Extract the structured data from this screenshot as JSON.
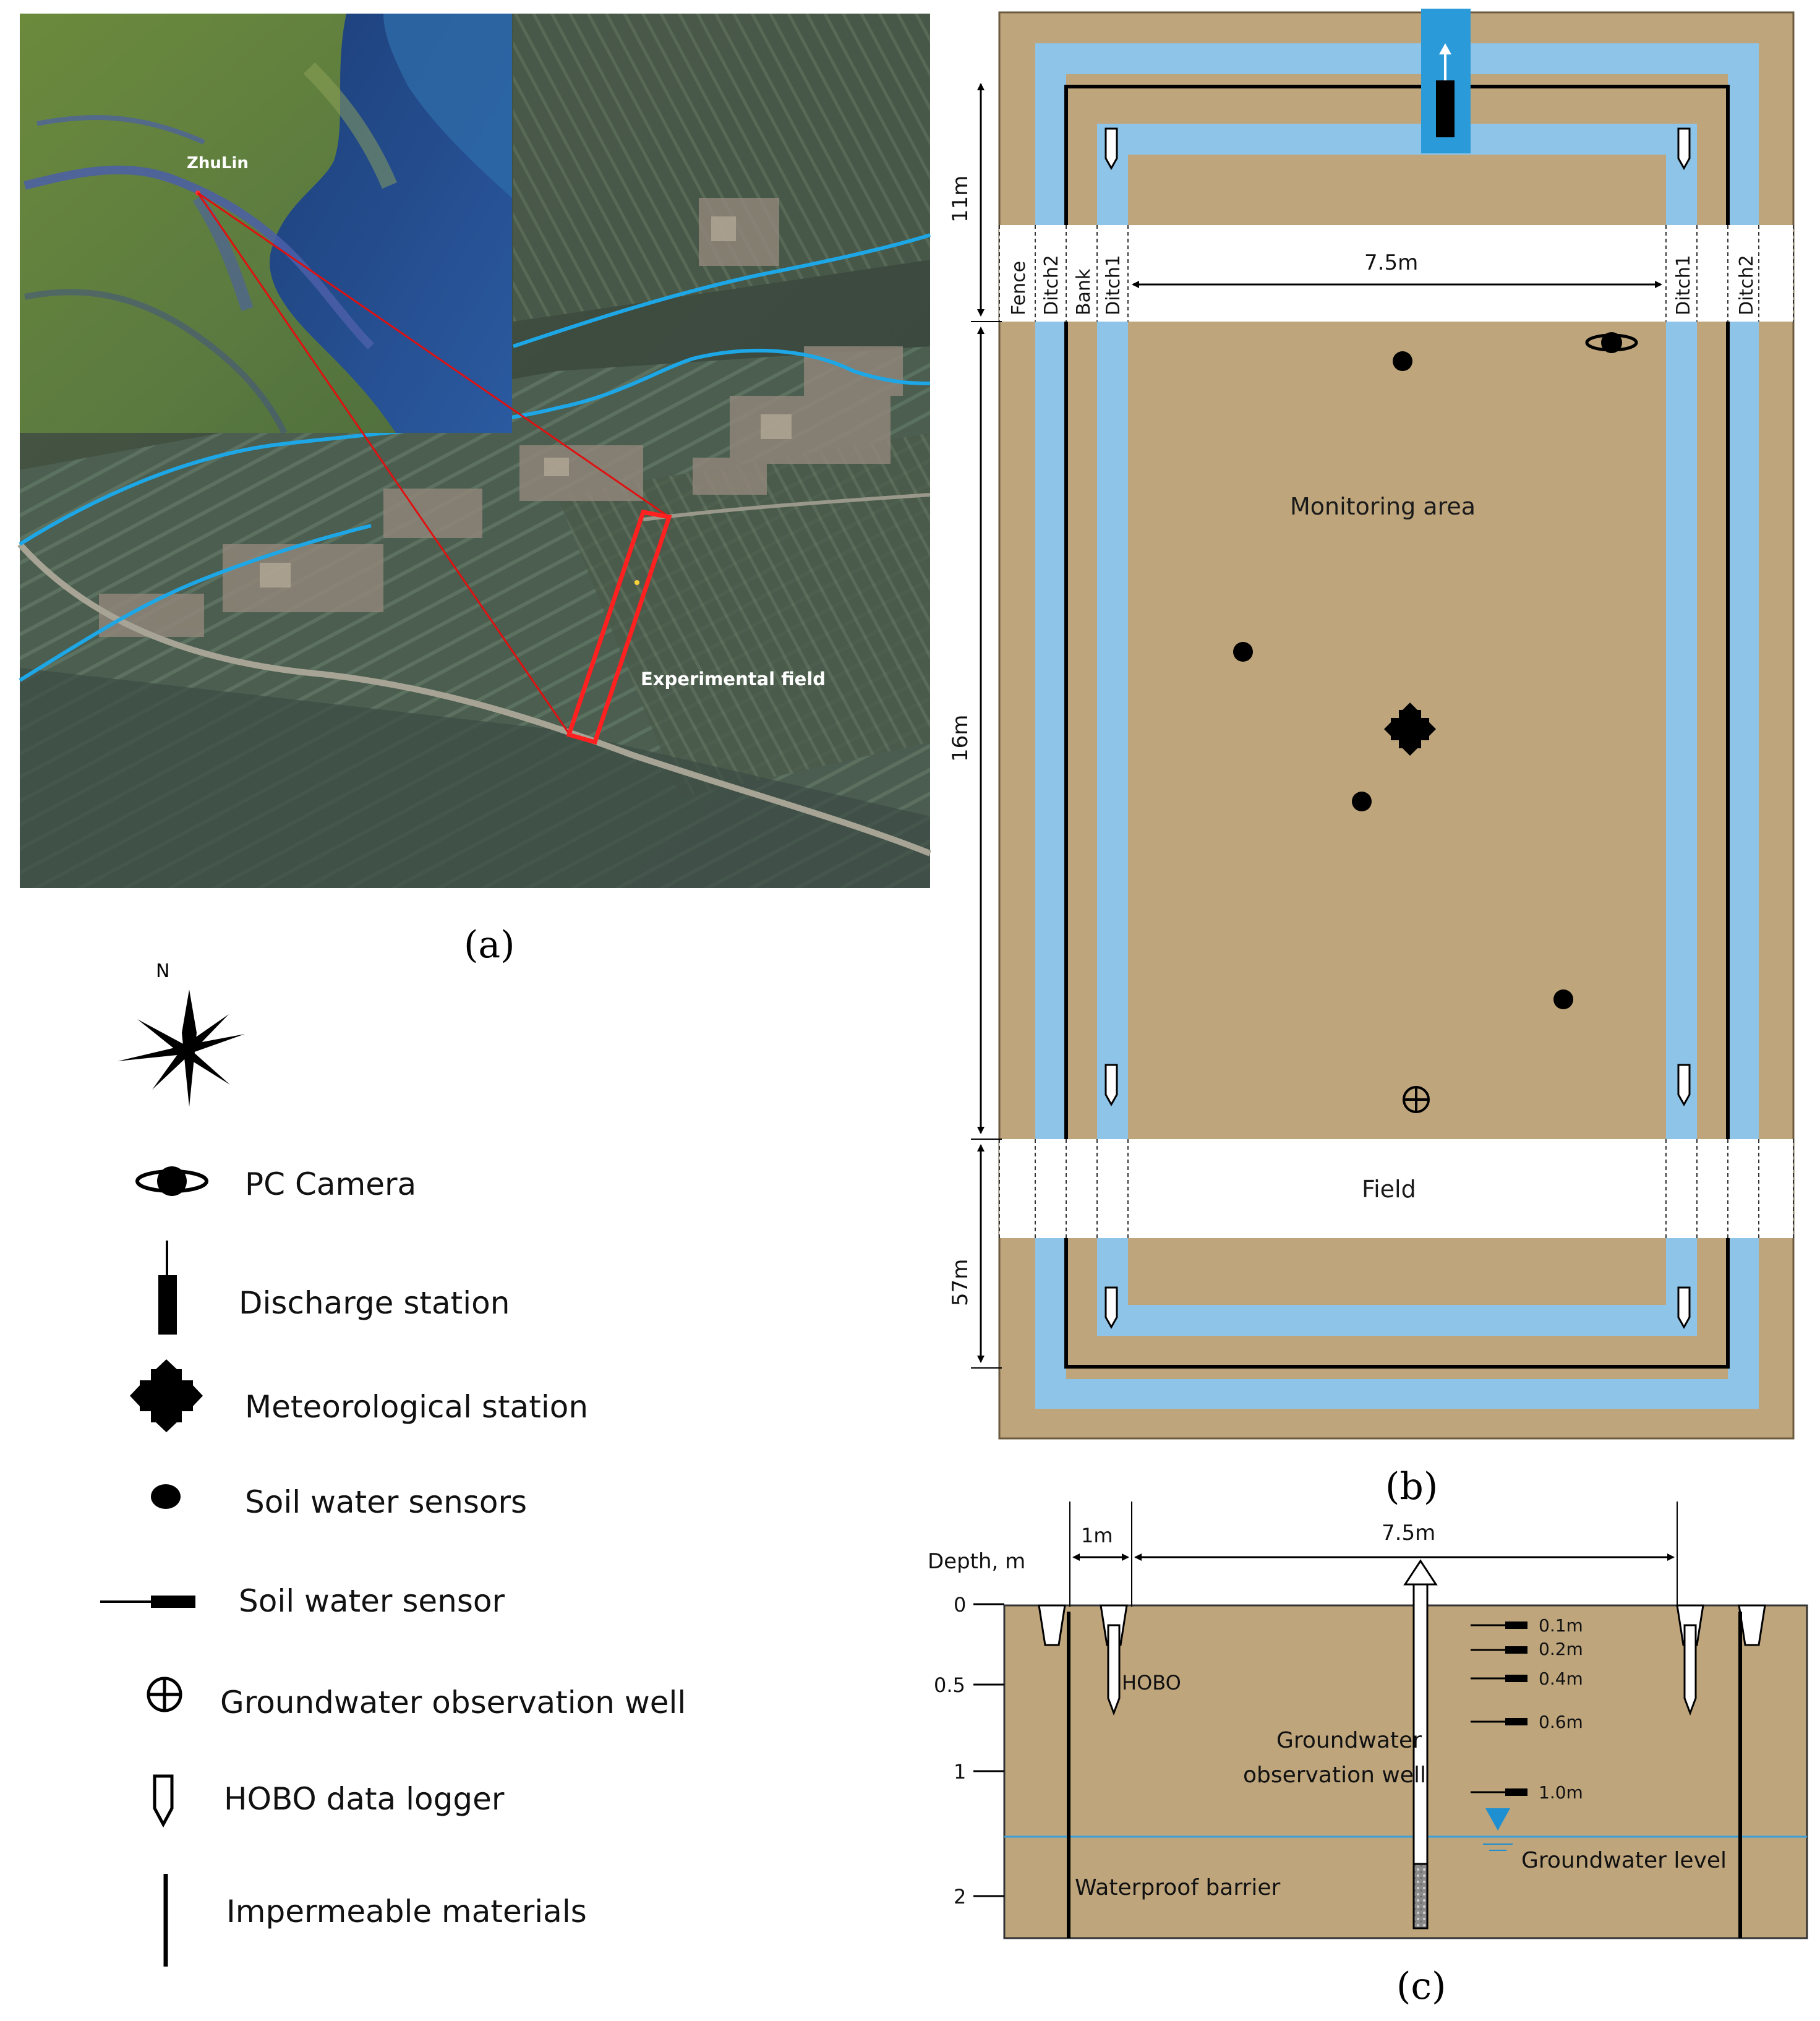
{
  "panel_labels": {
    "a": "(a)",
    "b": "(b)",
    "c": "(c)"
  },
  "map": {
    "place_label": "ZhuLin",
    "field_label": "Experimental field",
    "colors": {
      "river": "#1ea7e6",
      "field_outline": "#ff2020",
      "pointer": "#e01010"
    }
  },
  "legend": {
    "north": "N",
    "items": [
      {
        "icon": "pc-camera-icon",
        "label": "PC Camera"
      },
      {
        "icon": "discharge-station-icon",
        "label": "Discharge station"
      },
      {
        "icon": "meteorological-station-icon",
        "label": "Meteorological station"
      },
      {
        "icon": "soil-water-sensors-icon",
        "label": "Soil water sensors"
      },
      {
        "icon": "soil-water-sensor-icon",
        "label": "Soil water sensor"
      },
      {
        "icon": "groundwater-well-icon",
        "label": "Groundwater observation well"
      },
      {
        "icon": "hobo-logger-icon",
        "label": "HOBO data logger"
      },
      {
        "icon": "impermeable-materials-icon",
        "label": "Impermeable materials"
      }
    ]
  },
  "plan": {
    "dim_top": "11m",
    "dim_mid": "16m",
    "dim_bot": "57m",
    "width_label": "7.5m",
    "strip_labels": {
      "fence": "Fence",
      "ditch2": "Ditch2",
      "bank": "Bank",
      "ditch1": "Ditch1"
    },
    "right_strip_labels": {
      "ditch1": "Ditch1",
      "ditch2": "Ditch2"
    },
    "monitoring_label": "Monitoring area",
    "field_label": "Field",
    "colors": {
      "soil": "#bea57c",
      "water": "#8ec4e8",
      "outlet": "#2a9ad9"
    }
  },
  "section": {
    "depth_title": "Depth, m",
    "depth_ticks": [
      "0",
      "0.5",
      "1",
      "2"
    ],
    "dim_1m": "1m",
    "dim_75m": "7.5m",
    "hobo_label": "HOBO",
    "well_label_1": "Groundwater",
    "well_label_2": "observation well",
    "sensor_depths": [
      "0.1m",
      "0.2m",
      "0.4m",
      "0.6m",
      "1.0m"
    ],
    "groundwater_label": "Groundwater level",
    "barrier_label": "Waterproof barrier",
    "colors": {
      "soil": "#bea57c",
      "water_line": "#3aa0d8",
      "water_marker": "#1e8fd0"
    }
  }
}
